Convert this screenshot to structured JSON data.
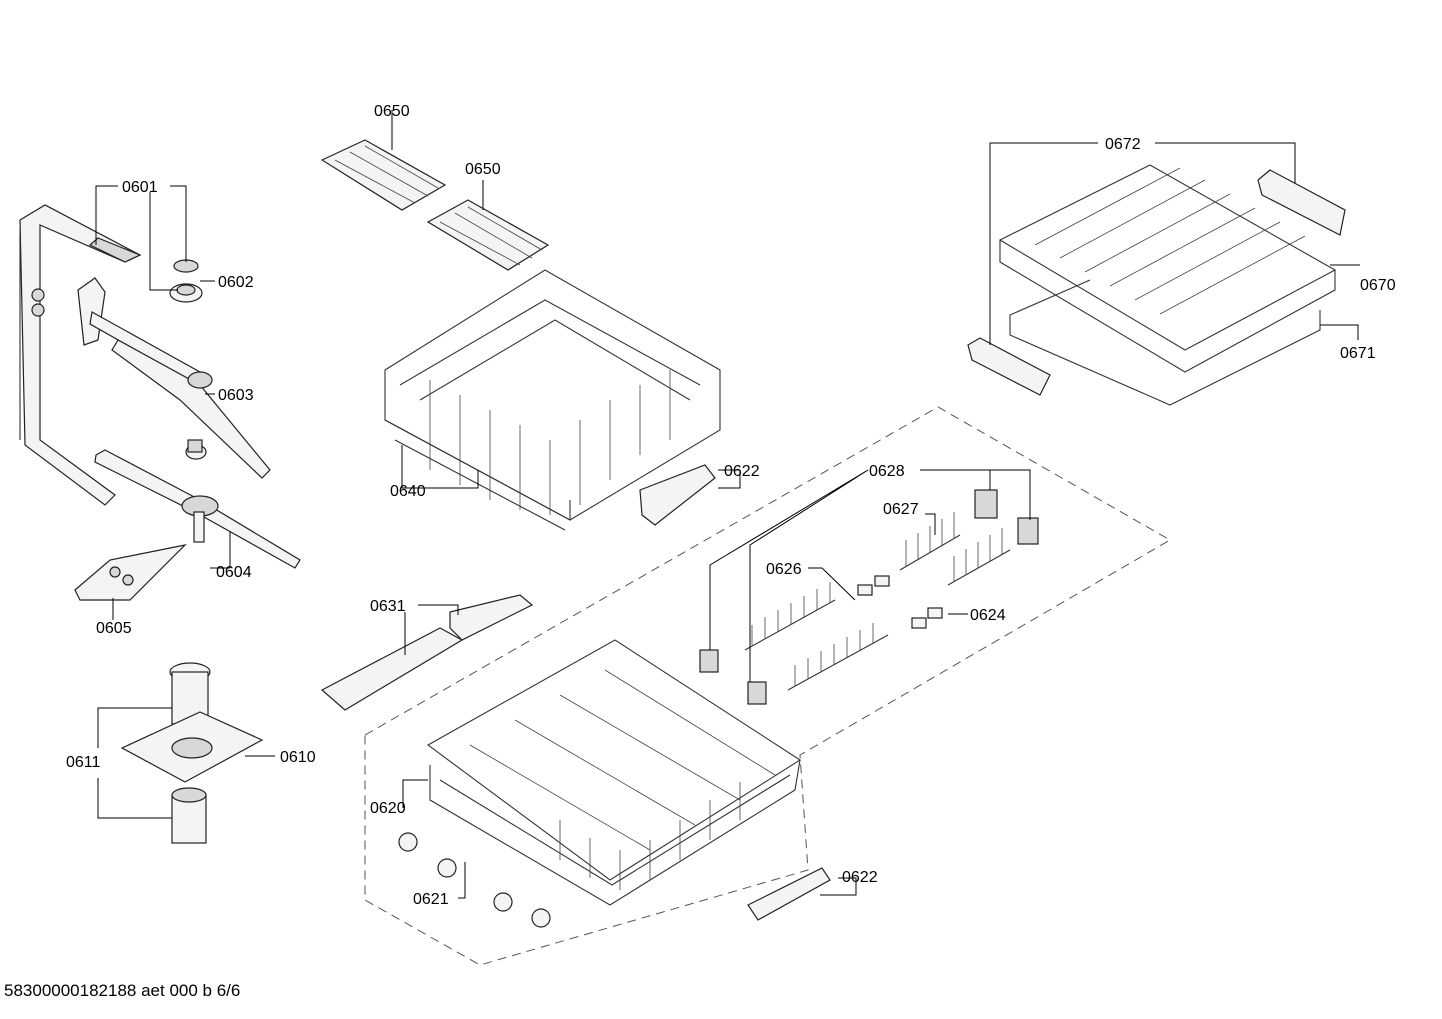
{
  "document_code": "58300000182188 aet 000 b 6/6",
  "labels": {
    "p0601": "0601",
    "p0602": "0602",
    "p0603": "0603",
    "p0604": "0604",
    "p0605": "0605",
    "p0610": "0610",
    "p0611": "0611",
    "p0620": "0620",
    "p0621": "0621",
    "p0622_upper": "0622",
    "p0622_lower": "0622",
    "p0624": "0624",
    "p0626": "0626",
    "p0627": "0627",
    "p0628": "0628",
    "p0631": "0631",
    "p0640": "0640",
    "p0650_a": "0650",
    "p0650_b": "0650",
    "p0670": "0670",
    "p0671": "0671",
    "p0672": "0672"
  }
}
